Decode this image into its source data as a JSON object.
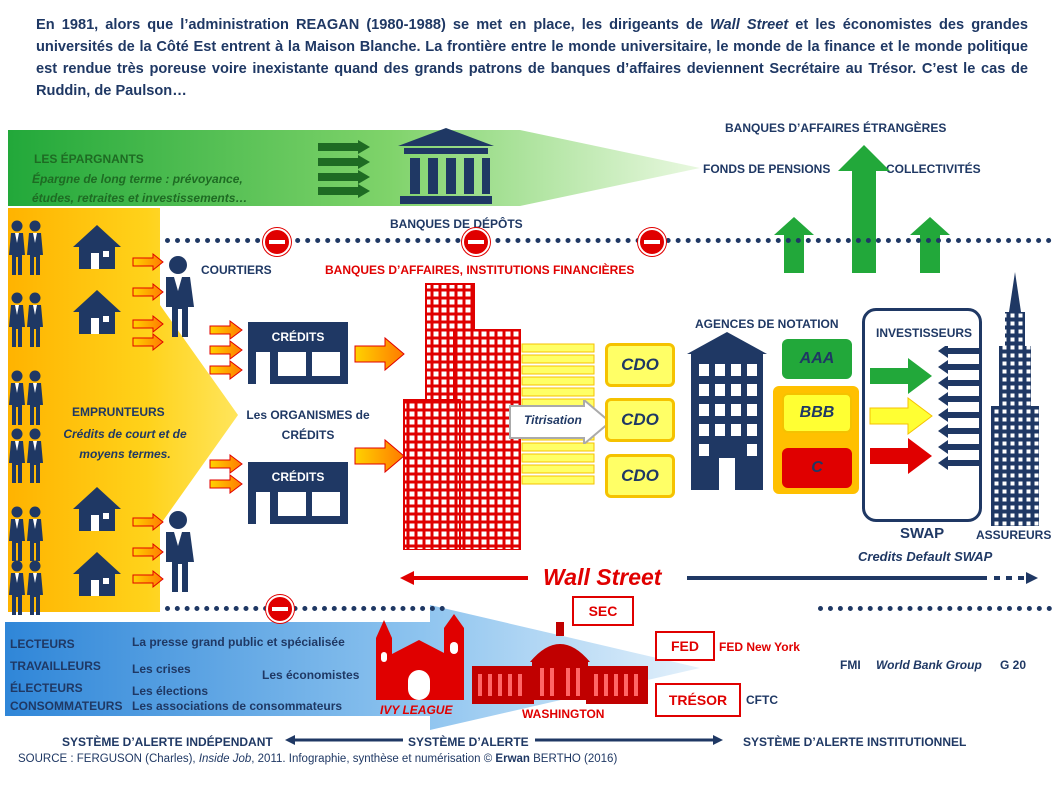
{
  "intro": {
    "p1": "En 1981, alors que l’administration REAGAN (1980-1988) se met en place, les dirigeants de ",
    "p1_italic": "Wall Street",
    "p2": " et les économistes des grandes universités de la Côté Est entrent à la Maison Blanche.  La frontière entre le monde universitaire, le monde de la finance et le monde politique est rendue très poreuse voire inexistante quand des grands patrons de banques d’affaires deviennent Secrétaire au Trésor. C’est le cas de Ruddin, de Paulson…"
  },
  "top": {
    "epargnants": "LES ÉPARGNANTS",
    "epargne_desc": "Épargne de long terme : prévoyance, études, retraites et investissements…",
    "banques_depots": "BANQUES DE DÉPÔTS",
    "banques_etrangeres": "BANQUES D’AFFAIRES ÉTRANGÈRES",
    "fonds_pensions": "FONDS DE PENSIONS",
    "collectivites": "COLLECTIVITÉS"
  },
  "middle": {
    "courtiers": "COURTIERS",
    "banques_affaires": "BANQUES D’AFFAIRES, INSTITUTIONS FINANCIÈRES",
    "emprunteurs": "EMPRUNTEURS",
    "credits_desc": "Crédits de court et de moyens termes.",
    "organismes": "Les ORGANISMES de CRÉDITS",
    "credits_box1": "CRÉDITS",
    "credits_box2": "CRÉDITS",
    "titrisation": "Titrisation",
    "cdo1": "CDO",
    "cdo2": "CDO",
    "cdo3": "CDO",
    "agences": "AGENCES DE NOTATION",
    "rating_aaa": "AAA",
    "rating_bbb": "BBB",
    "rating_c": "C",
    "investisseurs": "INVESTISSEURS",
    "swap": "SWAP",
    "assureurs": "ASSUREURS",
    "cds": "Credits Default SWAP",
    "wall_street": "Wall Street"
  },
  "bottom": {
    "sec": "SEC",
    "fed": "FED",
    "fed_ny": "FED New York",
    "tresor": "TRÉSOR",
    "cftc": "CFTC",
    "fmi": "FMI",
    "world_bank": "World Bank Group",
    "g20": "G 20",
    "lecteurs": "LECTEURS",
    "travailleurs": "TRAVAILLEURS",
    "electeurs": "ÉLECTEURS",
    "consommateurs": "CONSOMMATEURS",
    "presse": "La presse grand public et spécialisée",
    "crises": "Les crises",
    "elections": "Les élections",
    "associations": "Les associations de consommateurs",
    "economistes": "Les économistes",
    "ivy_league": "IVY LEAGUE",
    "washington": "WASHINGTON",
    "alerte_indep": "SYSTÈME D’ALERTE INDÉPENDANT",
    "alerte": "SYSTÈME D’ALERTE",
    "alerte_inst": "SYSTÈME D’ALERTE INSTITUTIONNEL"
  },
  "source": {
    "pre": "SOURCE : FERGUSON (Charles), ",
    "title": "Inside Job",
    "post": ", 2011. Infographie, synthèse et numérisation © ",
    "author": "Erwan",
    "post2": " BERTHO (2016)"
  },
  "colors": {
    "navy": "#1f3864",
    "red": "#e00000",
    "green": "#22a83a",
    "yellow": "#ffd400",
    "blue": "#3a8fd8"
  }
}
